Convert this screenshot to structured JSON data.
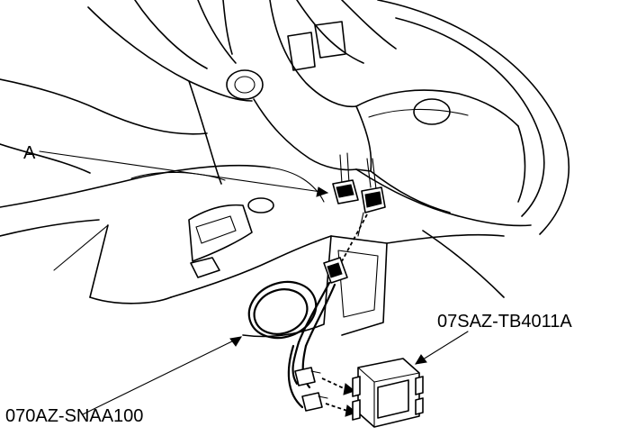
{
  "callouts": {
    "connector": "A",
    "test_unit": "07SAZ-TB4011A",
    "harness": "070AZ-SNAA100"
  },
  "colors": {
    "line": "#000000",
    "background": "#ffffff"
  }
}
